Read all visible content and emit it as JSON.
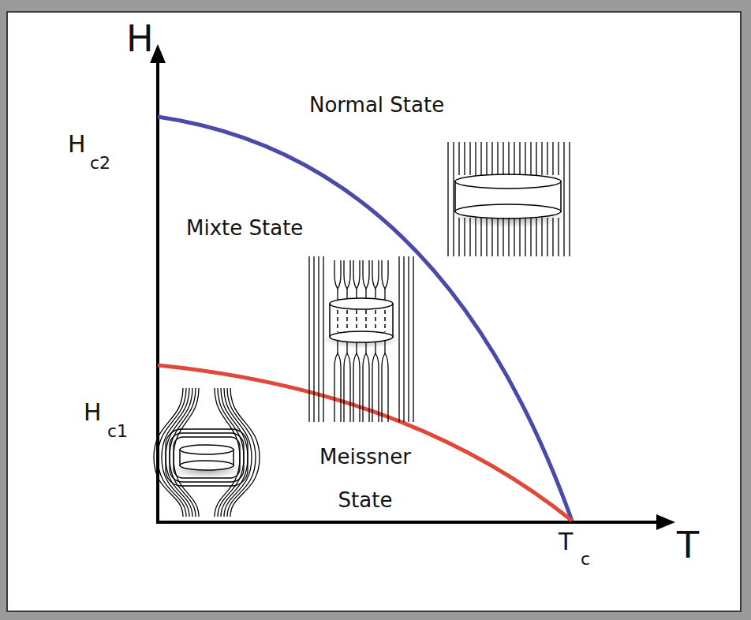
{
  "diagram": {
    "labels": [
      "H",
      "H",
      "c2",
      "H",
      "c1",
      "Normal State",
      "Mixte State",
      "Meissner State",
      "T",
      "c",
      "T"
    ]
  }
}
